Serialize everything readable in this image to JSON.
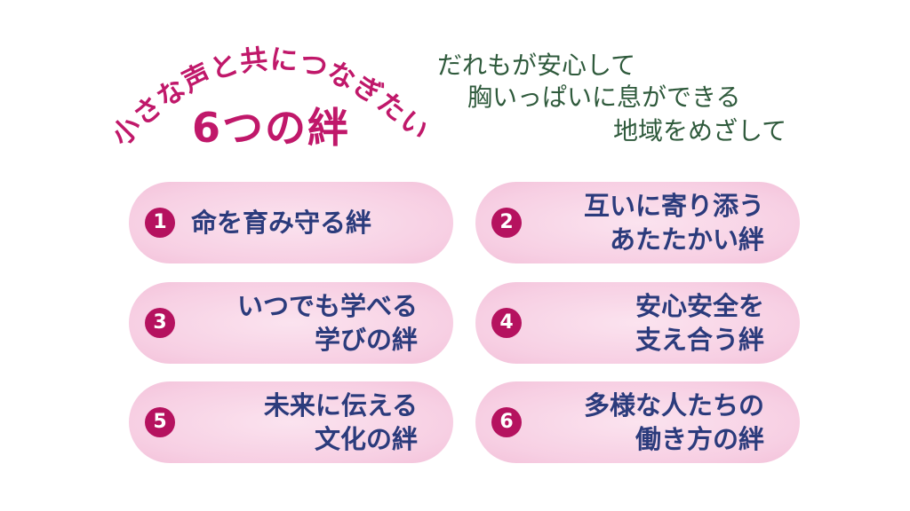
{
  "header": {
    "arc_text": "小さな声と共につなぎたい",
    "title": "6つの絆",
    "subtitle_lines": [
      "だれもが安心して",
      "胸いっぱいに息ができる",
      "地域をめざして"
    ]
  },
  "bonds": [
    {
      "number": "1",
      "lines": [
        "命を育み守る絆"
      ]
    },
    {
      "number": "2",
      "lines": [
        "互いに寄り添う",
        "あたたかい絆"
      ]
    },
    {
      "number": "3",
      "lines": [
        "いつでも学べる",
        "学びの絆"
      ]
    },
    {
      "number": "4",
      "lines": [
        "安心安全を",
        "支え合う絆"
      ]
    },
    {
      "number": "5",
      "lines": [
        "未来に伝える",
        "文化の絆"
      ]
    },
    {
      "number": "6",
      "lines": [
        "多様な人たちの",
        "働き方の絆"
      ]
    }
  ],
  "colors": {
    "accent": "#c0186a",
    "number_bg": "#b5125f",
    "text": "#2b3b7c",
    "subtitle": "#2f5a3c",
    "pill": "#f7cfe3"
  }
}
